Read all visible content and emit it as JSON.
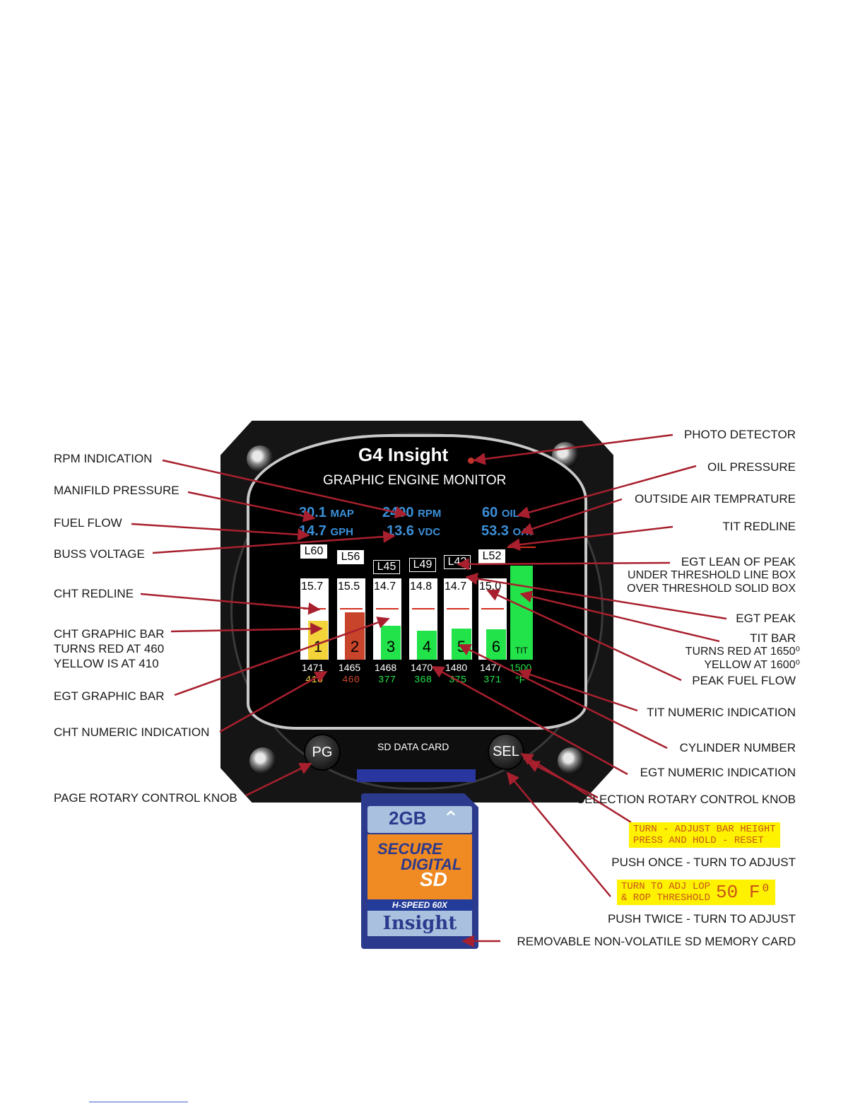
{
  "device": {
    "brand": "G4 Insight",
    "subtitle": "GRAPHIC ENGINE MONITOR",
    "knob_left": "PG",
    "knob_right": "SEL",
    "sd_slot_label": "SD DATA CARD"
  },
  "readouts": {
    "map": "30.1",
    "map_unit": "MAP",
    "rpm": "2400",
    "rpm_unit": "RPM",
    "oilp": "60",
    "oilp_unit": "OIL P",
    "gph": "14.7",
    "gph_unit": "GPH",
    "vdc": "13.6",
    "vdc_unit": "VDC",
    "oat": "53.3",
    "oat_unit": "OAT"
  },
  "cylinders": [
    {
      "num": "1",
      "peak": "L60",
      "ff": "15.7",
      "egt": "1471",
      "cht": "410",
      "cht_color": "#f2d43a",
      "cht_level": 0.48,
      "peak_open": false
    },
    {
      "num": "2",
      "peak": "L56",
      "ff": "15.5",
      "egt": "1465",
      "cht": "460",
      "cht_color": "#c8442a",
      "cht_level": 0.58,
      "peak_open": false
    },
    {
      "num": "3",
      "peak": "L45",
      "ff": "14.7",
      "egt": "1468",
      "cht": "377",
      "cht_color": "#22e34a",
      "cht_level": 0.42,
      "peak_open": true
    },
    {
      "num": "4",
      "peak": "L49",
      "ff": "14.8",
      "egt": "1470",
      "cht": "368",
      "cht_color": "#22e34a",
      "cht_level": 0.36,
      "peak_open": true
    },
    {
      "num": "5",
      "peak": "L42",
      "ff": "14.7",
      "egt": "1480",
      "cht": "375",
      "cht_color": "#22e34a",
      "cht_level": 0.38,
      "peak_open": true
    },
    {
      "num": "6",
      "peak": "L52",
      "ff": "15.0",
      "egt": "1477",
      "cht": "371",
      "cht_color": "#22e34a",
      "cht_level": 0.37,
      "peak_open": false
    }
  ],
  "tit": {
    "label": "TIT",
    "value": "1500",
    "unit": "°F",
    "color": "#22e34a"
  },
  "sdcard": {
    "capacity": "2GB",
    "line1": "SECURE",
    "line2": "DIGITAL",
    "logo": "SD",
    "speed": "H-SPEED 60X",
    "brand": "Insight"
  },
  "labels_left": {
    "rpm": "RPM INDICATION",
    "map": "MANIFILD PRESSURE",
    "ff": "FUEL FLOW",
    "buss": "BUSS VOLTAGE",
    "cht_redline": "CHT REDLINE",
    "cht_bar_1": "CHT GRAPHIC BAR",
    "cht_bar_2": "TURNS RED AT 460",
    "cht_bar_3": "YELLOW IS AT 410",
    "egt_bar": "EGT GRAPHIC BAR",
    "cht_num": "CHT NUMERIC INDICATION",
    "page_knob": "PAGE ROTARY CONTROL KNOB"
  },
  "labels_right": {
    "photo": "PHOTO DETECTOR",
    "oil": "OIL PRESSURE",
    "oat": "OUTSIDE AIR TEMPRATURE",
    "tit_redline": "TIT REDLINE",
    "egt_lop_1": "EGT LEAN OF PEAK",
    "egt_lop_2": "UNDER THRESHOLD LINE BOX",
    "egt_lop_3": "OVER THRESHOLD SOLID BOX",
    "egt_peak": "EGT PEAK",
    "tit_bar_1": "TIT BAR",
    "tit_bar_2": "TURNS RED AT 1650⁰",
    "tit_bar_3": "YELLOW AT 1600⁰",
    "peak_ff": "PEAK FUEL FLOW",
    "tit_num": "TIT NUMERIC INDICATION",
    "cyl_num": "CYLINDER NUMBER",
    "egt_num": "EGT NUMERIC INDICATION",
    "sel_knob": "SELECTION ROTARY CONTROL KNOB",
    "push_once": "PUSH ONCE - TURN TO ADJUST",
    "push_twice": "PUSH TWICE - TURN TO ADJUST",
    "sd_card": "REMOVABLE NON-VOLATILE SD MEMORY CARD"
  },
  "callouts": {
    "yellow1_line1": "TURN - ADJUST BAR HEIGHT",
    "yellow1_line2": "PRESS AND HOLD - RESET",
    "yellow2_line1": "TURN TO ADJ LOP",
    "yellow2_line2": "& ROP THRESHOLD",
    "yellow2_value": "50 F⁰"
  },
  "colors": {
    "arrow": "#a8202e",
    "readout_blue": "#3b8fd8",
    "redline": "#d32f1e",
    "callout_bg": "#fff200"
  }
}
